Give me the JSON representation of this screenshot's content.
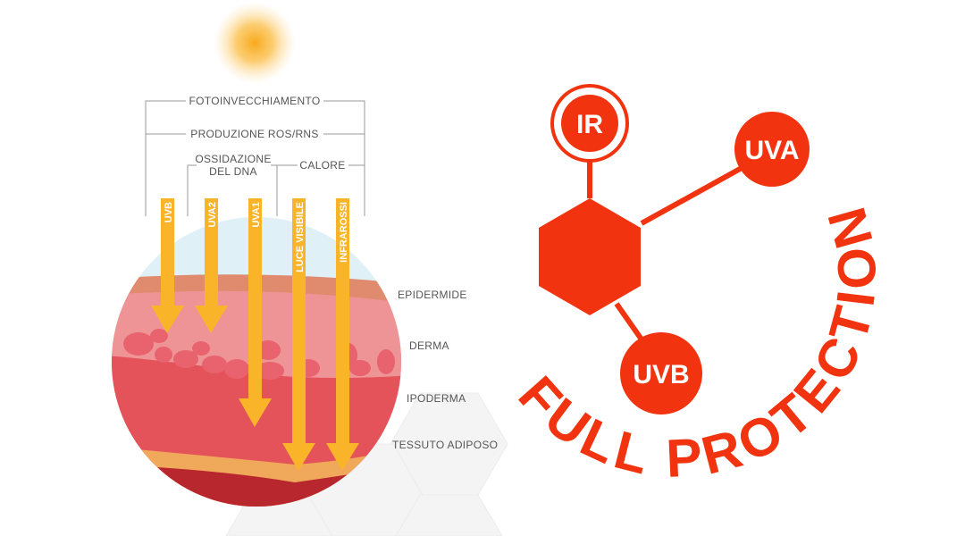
{
  "skin_diagram": {
    "effects": {
      "photoaging": "FOTOINVECCHIAMENTO",
      "ros_production": "PRODUZIONE ROS/RNS",
      "dna_oxidation_line1": "OSSIDAZIONE",
      "dna_oxidation_line2": "DEL DNA",
      "heat": "CALORE"
    },
    "rays": [
      "UVB",
      "UVA2",
      "UVA1",
      "LUCE VISIBILE",
      "INFRAROSSI"
    ],
    "layers": [
      "EPIDERMIDE",
      "DERMA",
      "IPODERMA",
      "TESSUTO ADIPOSO"
    ]
  },
  "protection": {
    "badges": {
      "ir": "IR",
      "uva": "UVA",
      "uvb": "UVB"
    },
    "slogan": "FULL PROTECTION"
  },
  "colors": {
    "accent": "#f2330f",
    "ray": "#f9b42a",
    "sky": "#dff0f7"
  }
}
